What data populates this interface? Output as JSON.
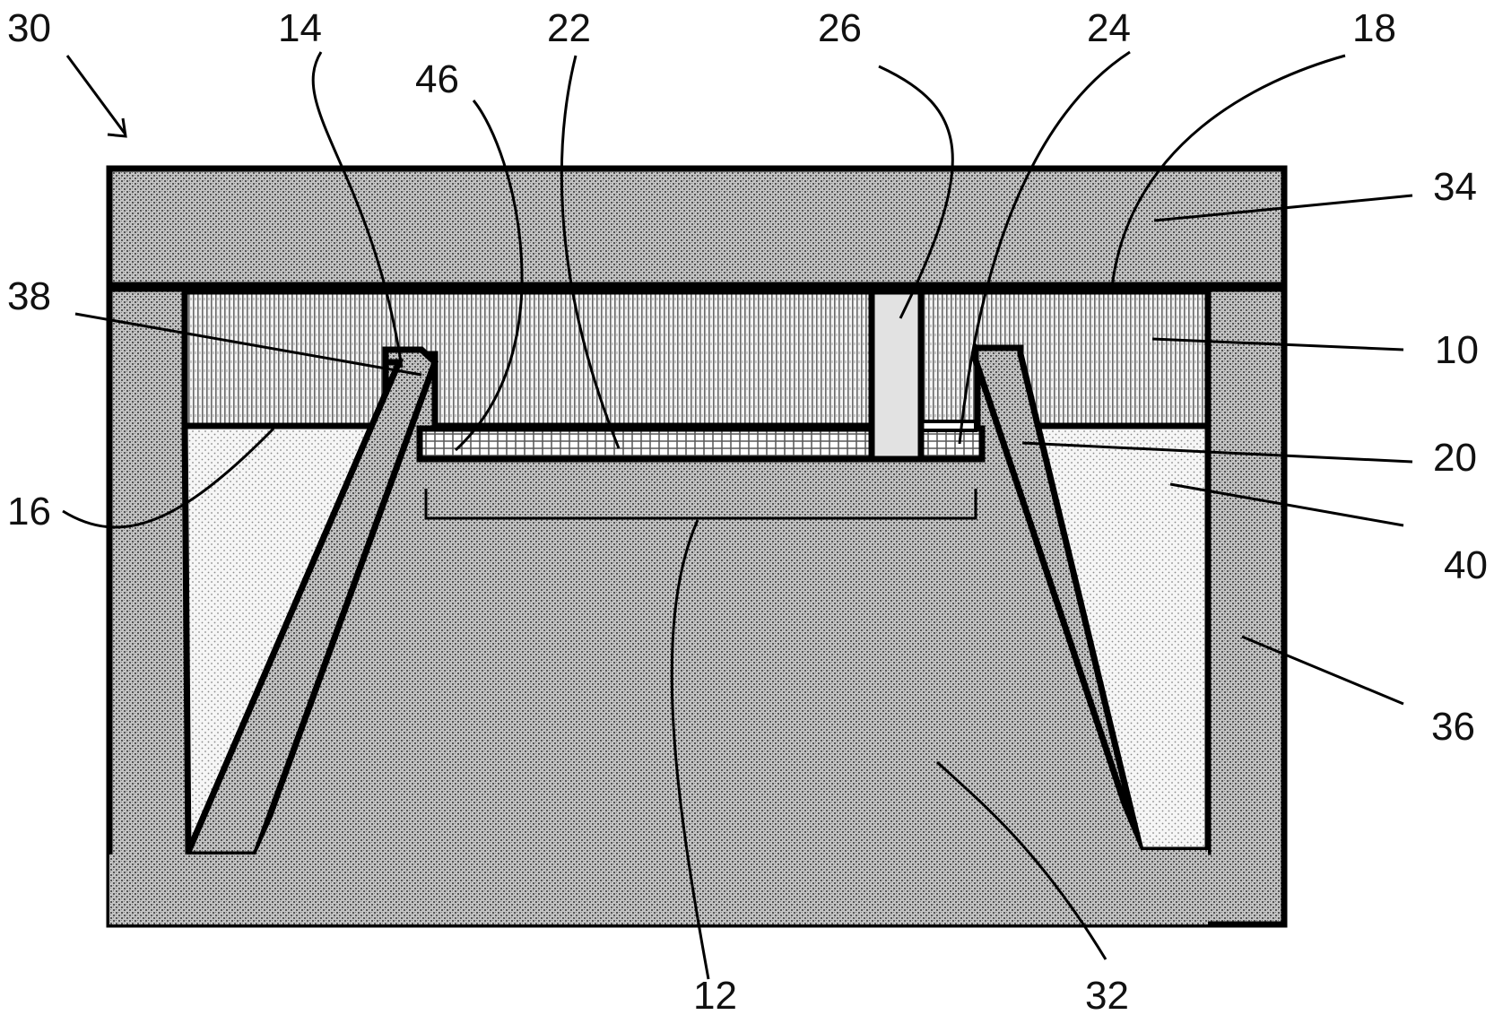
{
  "figure": {
    "reference_numerals": {
      "r30": "30",
      "r14": "14",
      "r22": "22",
      "r26": "26",
      "r24": "24",
      "r18": "18",
      "r46": "46",
      "r34": "34",
      "r38": "38",
      "r10": "10",
      "r20": "20",
      "r16": "16",
      "r40": "40",
      "r36": "36",
      "r12": "12",
      "r32": "32"
    },
    "colors": {
      "outline": "#000000",
      "encapsulant_dark": "#9a9a9a",
      "chip_vertical_hatch": "#8c8c8c",
      "light_fill": "#e9e9e9",
      "background": "#ffffff"
    }
  }
}
